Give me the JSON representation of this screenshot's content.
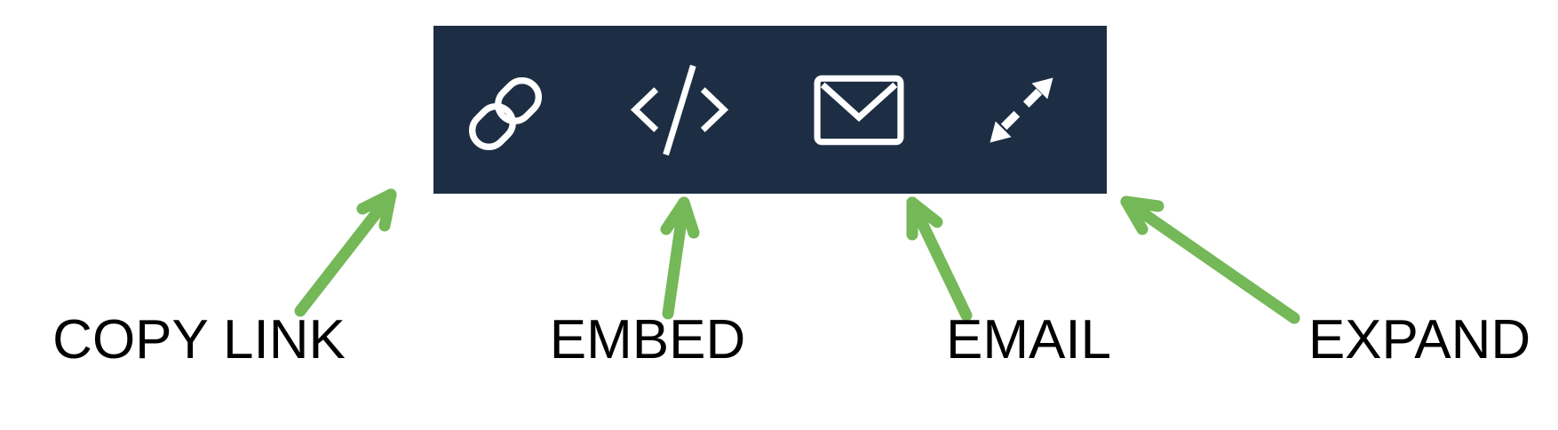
{
  "colors": {
    "toolbar_bg": "#1d2e44",
    "icon": "#ffffff",
    "arrow_green": "#74b857",
    "label_text": "#000000"
  },
  "toolbar": {
    "buttons": [
      {
        "id": "copy-link",
        "icon": "link-icon",
        "label": "COPY LINK"
      },
      {
        "id": "embed",
        "icon": "code-icon",
        "label": "EMBED"
      },
      {
        "id": "email",
        "icon": "envelope-icon",
        "label": "EMAIL"
      },
      {
        "id": "expand",
        "icon": "expand-icon",
        "label": "EXPAND"
      }
    ]
  }
}
